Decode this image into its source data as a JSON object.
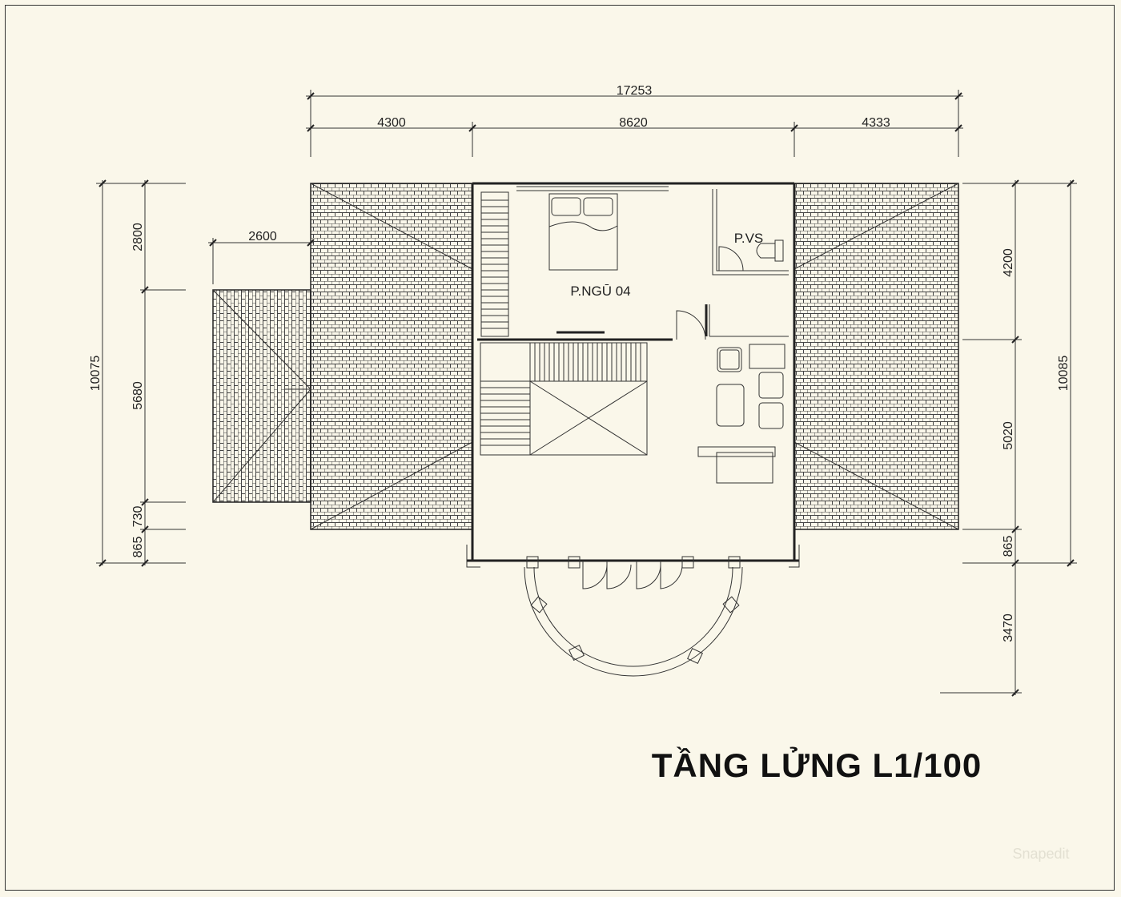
{
  "drawing": {
    "title": "TẦNG LỬNG L1/100",
    "watermark": "Snapedit"
  },
  "rooms": {
    "bedroom": "P.NGŪ 04",
    "wc": "P.VS"
  },
  "dimensions": {
    "top_total": "17253",
    "top_left": "4300",
    "top_middle": "8620",
    "top_right": "4333",
    "wing": "2600",
    "left_total": "10075",
    "left_1": "2800",
    "left_2": "5680",
    "left_3": "730",
    "left_4": "865",
    "right_total": "10085",
    "right_1": "4200",
    "right_2": "5020",
    "right_3": "865",
    "right_4": "3470"
  },
  "colors": {
    "background": "#faf7ea",
    "line": "#222222",
    "roof_hatch": "#444444"
  }
}
